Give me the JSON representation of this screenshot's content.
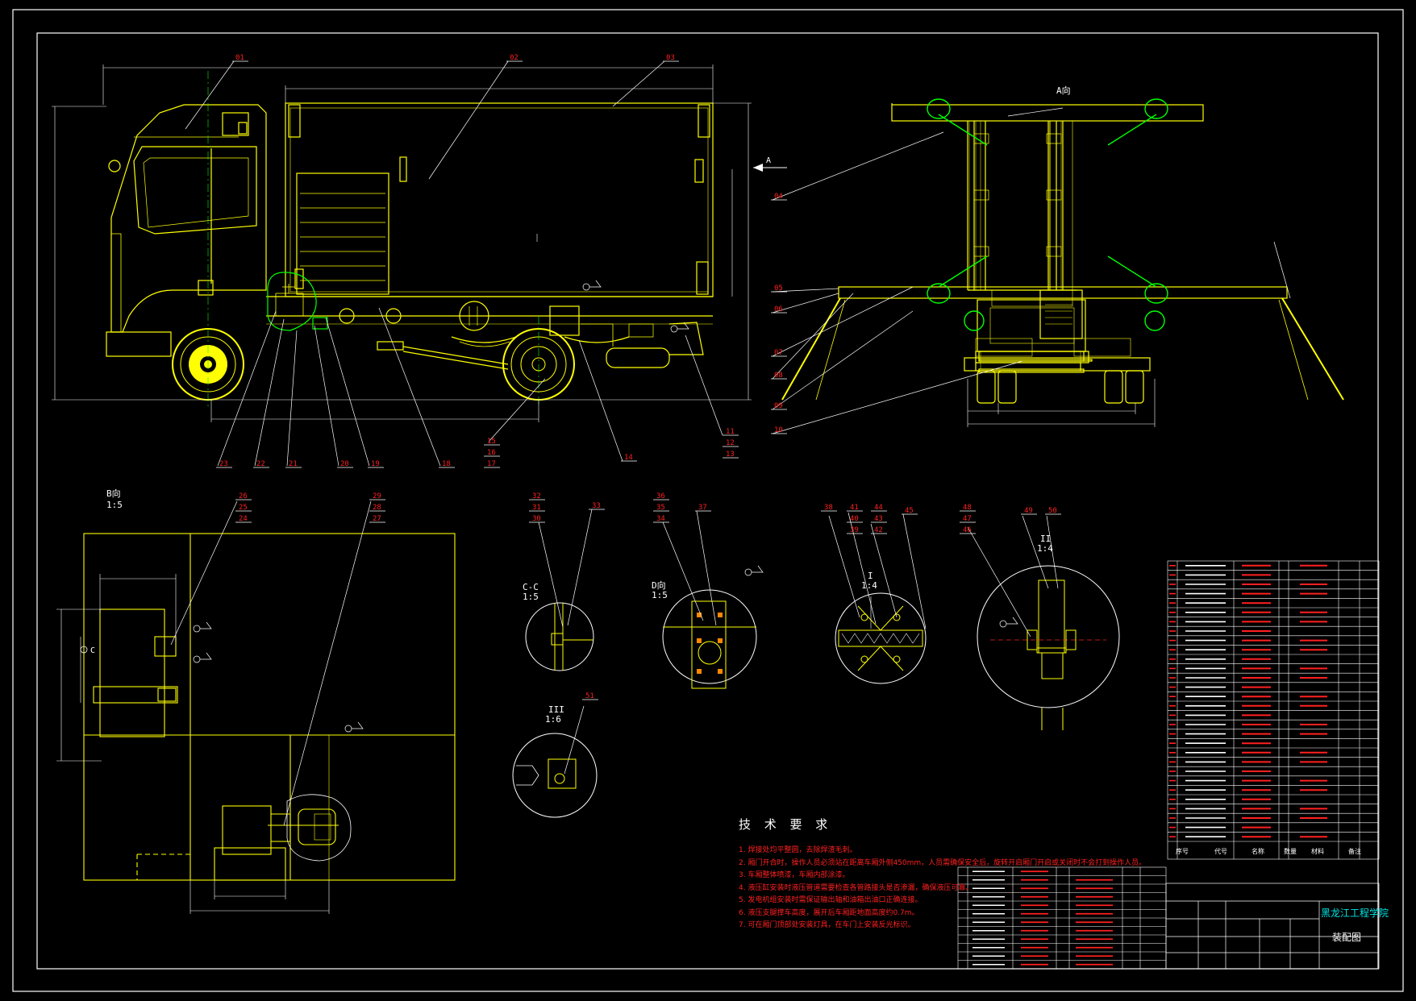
{
  "drawing": {
    "balloons_top": [
      "01",
      "02",
      "03",
      "04",
      "05",
      "06",
      "07",
      "08",
      "09",
      "10",
      "11",
      "12",
      "13",
      "14",
      "15",
      "16",
      "17",
      "18",
      "19",
      "20",
      "21",
      "22",
      "23"
    ],
    "balloons_detail": [
      "24",
      "25",
      "26",
      "27",
      "28",
      "29",
      "30",
      "31",
      "32",
      "33",
      "34",
      "35",
      "36",
      "37",
      "38",
      "39",
      "40",
      "41",
      "42",
      "43",
      "44",
      "45",
      "46",
      "47",
      "48",
      "49",
      "50",
      "51"
    ],
    "view_labels": {
      "b_view": "B向",
      "b_scale": "1:5",
      "cc_view": "C-C",
      "cc_scale": "1:5",
      "d_view": "D向",
      "d_scale": "1:5",
      "i_view": "I",
      "i_scale": "1:4",
      "ii_view": "II",
      "ii_scale": "1:4",
      "iii_view": "III",
      "iii_scale": "1:6",
      "a_arrow": "A",
      "a_view": "A向",
      "c_marker": "C"
    }
  },
  "tech_requirements": {
    "title": "技 术 要 求",
    "notes": [
      "1. 焊接处均平整圆，去除焊渣毛刺。",
      "2. 厢门开合时，操作人员必须站在距离车厢外侧450mm，人员需确保安全后，旋转开启厢门开启或关闭时不会打到操作人员。",
      "3. 车厢整体喷漆，车厢内部涂漆。",
      "4. 液压缸安装时液压管道需要检查各管路接头是否渗漏，确保液压可靠。",
      "5. 发电机组安装时需保证输出轴和油箱出油口正确连接。",
      "6. 液压支腿撑车高度，展开后车厢距地面高度约0.7m。",
      "7. 可在厢门顶部处安装灯具，在车门上安装反光标识。"
    ]
  },
  "title_block": {
    "school": "黑龙江工程学院",
    "drawing_name": "装配图",
    "headers": [
      "序号",
      "代号",
      "名称",
      "数量",
      "材料",
      "备注"
    ]
  },
  "colors": {
    "background": "#000000",
    "geometry": "#ffff00",
    "dimension": "#ffffff",
    "balloon": "#ff0000",
    "highlight": "#00ff00",
    "school": "#00e5e5"
  }
}
